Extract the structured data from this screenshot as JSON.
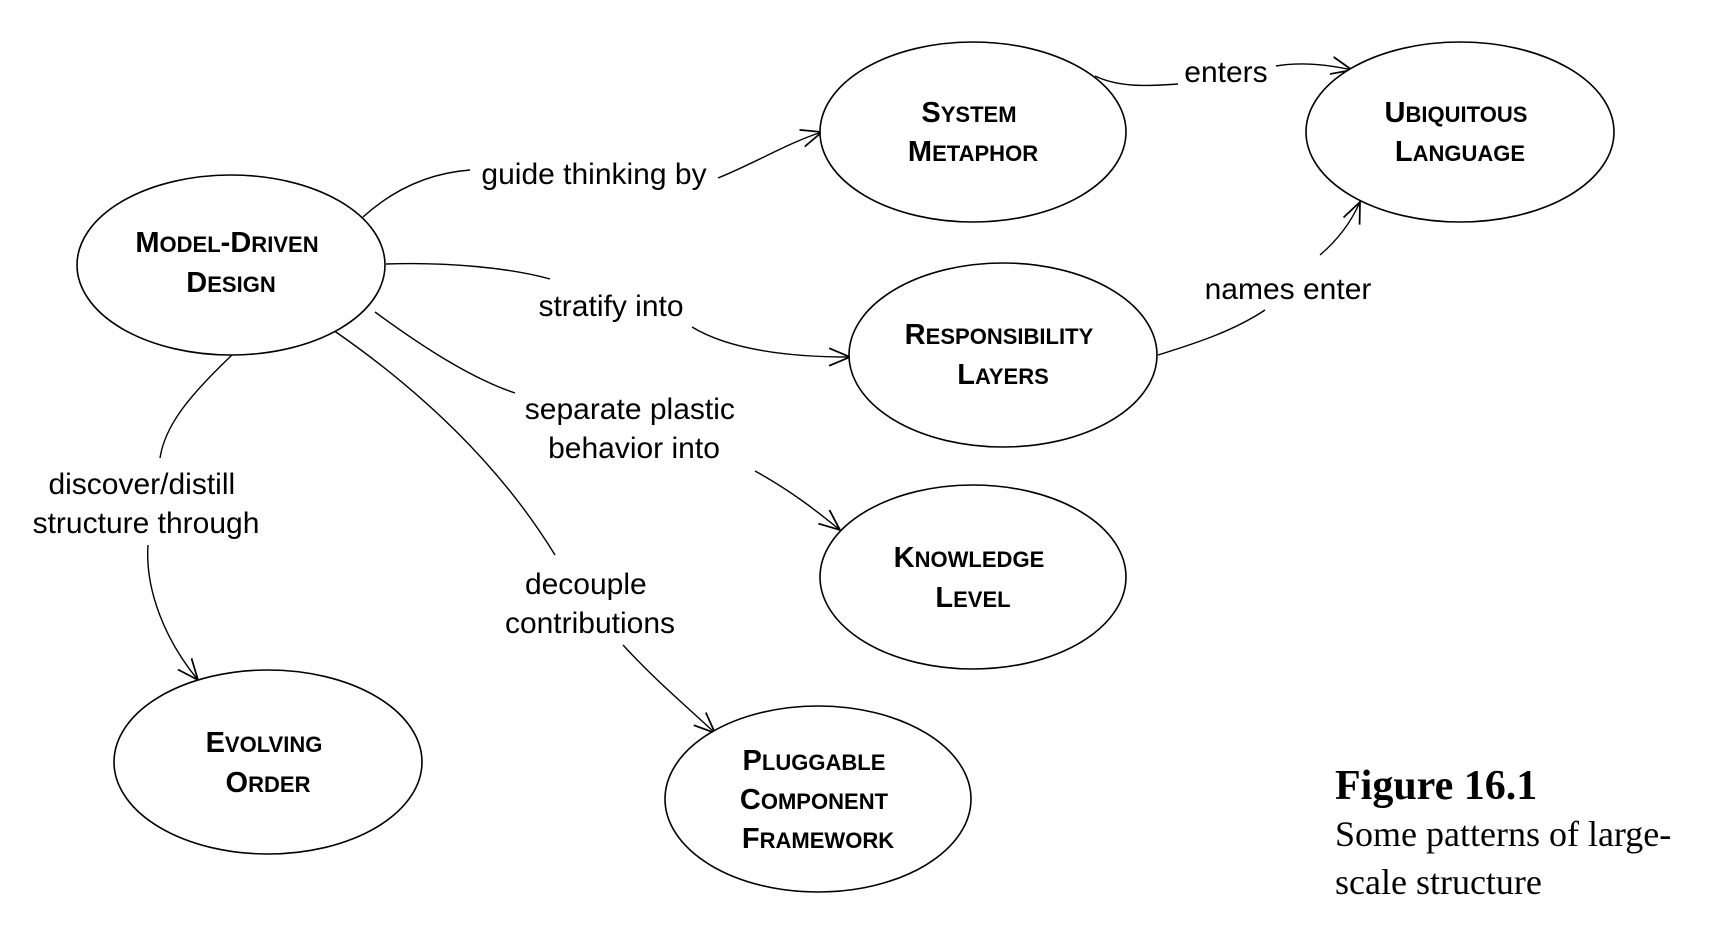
{
  "nodes": {
    "model_driven_design": [
      "MODEL-DRIVEN",
      "DESIGN"
    ],
    "system_metaphor": [
      "SYSTEM",
      "METAPHOR"
    ],
    "ubiquitous_language": [
      "UBIQUITOUS",
      "LANGUAGE"
    ],
    "responsibility_layers": [
      "RESPONSIBILITY",
      "LAYERS"
    ],
    "knowledge_level": [
      "KNOWLEDGE",
      "LEVEL"
    ],
    "evolving_order": [
      "EVOLVING",
      "ORDER"
    ],
    "pluggable_component_framework": [
      "PLUGGABLE",
      "COMPONENT",
      "FRAMEWORK"
    ]
  },
  "edges": {
    "guide_thinking_by": [
      "guide thinking by"
    ],
    "enters": [
      "enters"
    ],
    "stratify_into": [
      "stratify into"
    ],
    "names_enter": [
      "names enter"
    ],
    "separate_plastic": [
      "separate plastic",
      "behavior into"
    ],
    "discover_distill": [
      "discover/distill",
      "structure through"
    ],
    "decouple": [
      "decouple",
      "contributions"
    ]
  },
  "caption": {
    "title": "Figure 16.1",
    "lines": [
      "Some patterns of large-",
      "scale structure"
    ]
  }
}
